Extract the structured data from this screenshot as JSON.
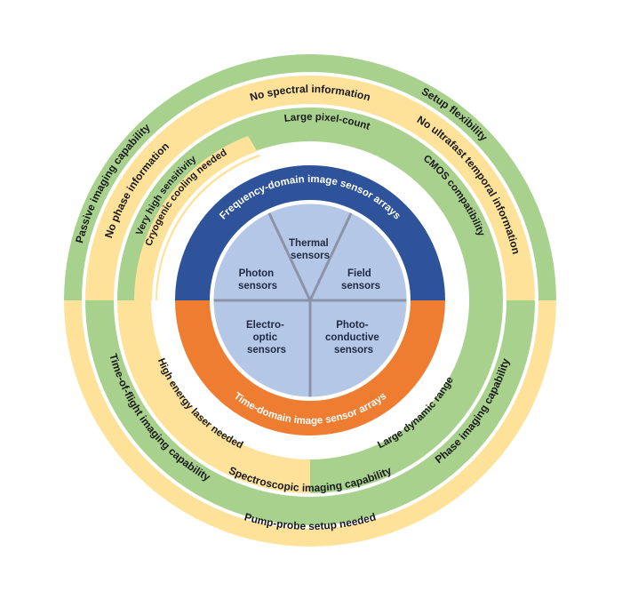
{
  "colors": {
    "green": "#a8d18d",
    "yellow": "#ffe29a",
    "blue": "#2f539b",
    "orange": "#ee7d31",
    "light_blue": "#b4c7e7",
    "divider": "#8a93a8"
  },
  "rings": {
    "outer": {
      "top_label": "Setup flexibility",
      "left_label": "Passive imaging capability",
      "bottom_label": "Pump-probe setup needed",
      "bottom_left_label": "Time-of-flight imaging capability"
    },
    "second": {
      "top_label": "No spectral information",
      "left_label": "No phase information",
      "right_label": "No ultrafast temporal information",
      "bottom_label": "Spectroscopic imaging capability",
      "bottom_right_label": "Phase imaging capability"
    },
    "third": {
      "top_label": "Large pixel-count",
      "left_outer_label": "Very high sensitivity",
      "left_inner_label": "Cryogenic cooling needed",
      "right_label": "CMOS compatibility",
      "bottom_left_label": "High energy laser needed",
      "bottom_right_label": "Large dynamic range"
    },
    "core": {
      "top_label": "Frequency-domain image sensor arrays",
      "bottom_label": "Time-domain image sensor arrays"
    }
  },
  "sensors": {
    "photon": [
      "Photon",
      "sensors"
    ],
    "thermal": [
      "Thermal",
      "sensors"
    ],
    "field": [
      "Field",
      "sensors"
    ],
    "electro_optic": [
      "Electro-",
      "optic",
      "sensors"
    ],
    "photoconductive": [
      "Photo-",
      "conductive",
      "sensors"
    ]
  }
}
